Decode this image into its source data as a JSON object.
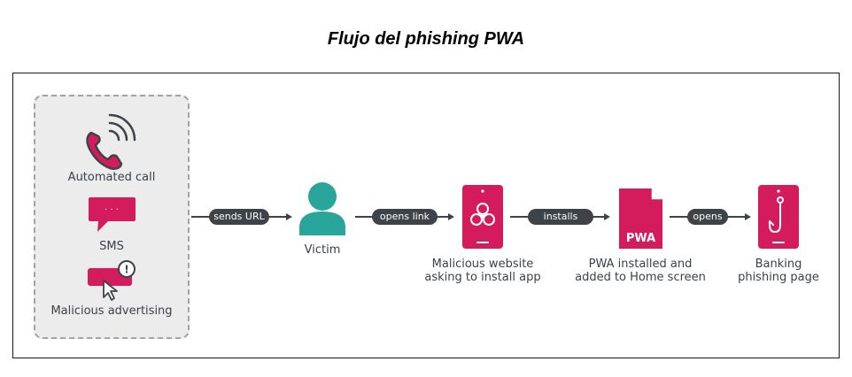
{
  "title": "Flujo del phishing PWA",
  "colors": {
    "accent": "#d41c5c",
    "dark": "#3d4349",
    "panel": "#ececec",
    "victim": "#2aa59c"
  },
  "sources": [
    {
      "label": "Automated call",
      "icon": "phone-call-icon"
    },
    {
      "label": "SMS",
      "icon": "sms-bubble-icon"
    },
    {
      "label": "Malicious advertising",
      "icon": "ad-click-icon"
    }
  ],
  "steps": [
    {
      "label": "Victim",
      "icon": "person-icon"
    },
    {
      "label_line1": "Malicious website",
      "label_line2": "asking to install app",
      "icon": "phone-malicious-icon"
    },
    {
      "label_line1": "PWA installed and",
      "label_line2": "added to Home screen",
      "icon": "pwa-file-icon",
      "badge": "PWA"
    },
    {
      "label_line1": "Banking",
      "label_line2": "phishing page",
      "icon": "phone-hook-icon"
    }
  ],
  "arrows": [
    "sends URL",
    "opens link",
    "installs",
    "opens"
  ],
  "sms_dots": "· · ·",
  "alert_mark": "!"
}
